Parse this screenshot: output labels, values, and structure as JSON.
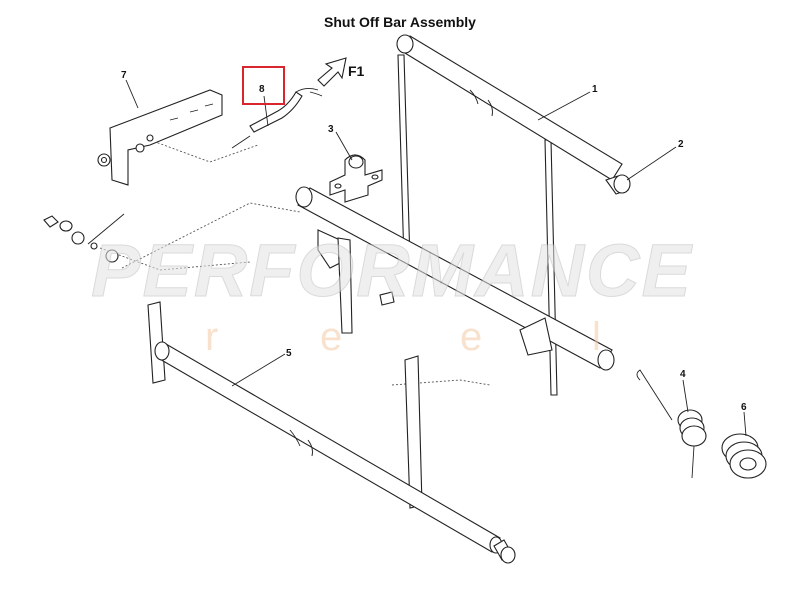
{
  "title": "Shut Off Bar Assembly",
  "arrow_label": "F1",
  "watermark": {
    "brand": "PERFORMANCE",
    "sub": [
      "r",
      "e",
      "e",
      "l"
    ]
  },
  "highlight_color": "#d9262c",
  "callouts": {
    "c1": "1",
    "c2": "2",
    "c3": "3",
    "c4": "4",
    "c5": "5",
    "c6": "6",
    "c7": "7",
    "c8": "8"
  }
}
